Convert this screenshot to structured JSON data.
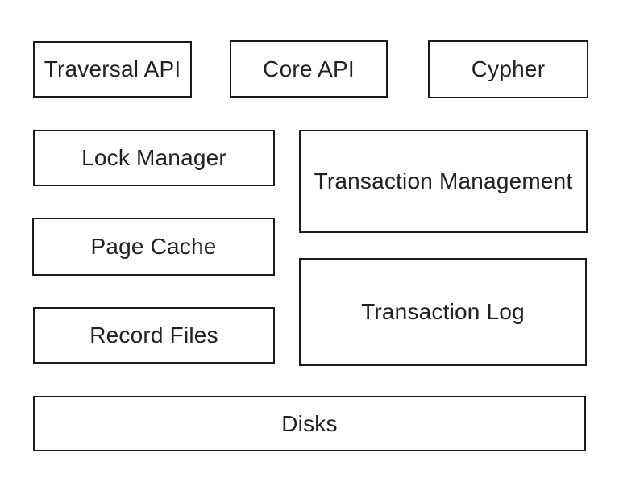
{
  "diagram": {
    "boxes": [
      {
        "id": "traversal-api",
        "label": "Traversal API"
      },
      {
        "id": "core-api",
        "label": "Core API"
      },
      {
        "id": "cypher",
        "label": "Cypher"
      },
      {
        "id": "lock-manager",
        "label": "Lock Manager"
      },
      {
        "id": "transaction-management",
        "label": "Transaction Management"
      },
      {
        "id": "page-cache",
        "label": "Page Cache"
      },
      {
        "id": "record-files",
        "label": "Record Files"
      },
      {
        "id": "transaction-log",
        "label": "Transaction Log"
      },
      {
        "id": "disks",
        "label": "Disks"
      }
    ],
    "colors": {
      "background": "#ffffff",
      "box_fill": "#ffffff",
      "box_border": "#1a1a1a",
      "text": "#212121"
    }
  }
}
